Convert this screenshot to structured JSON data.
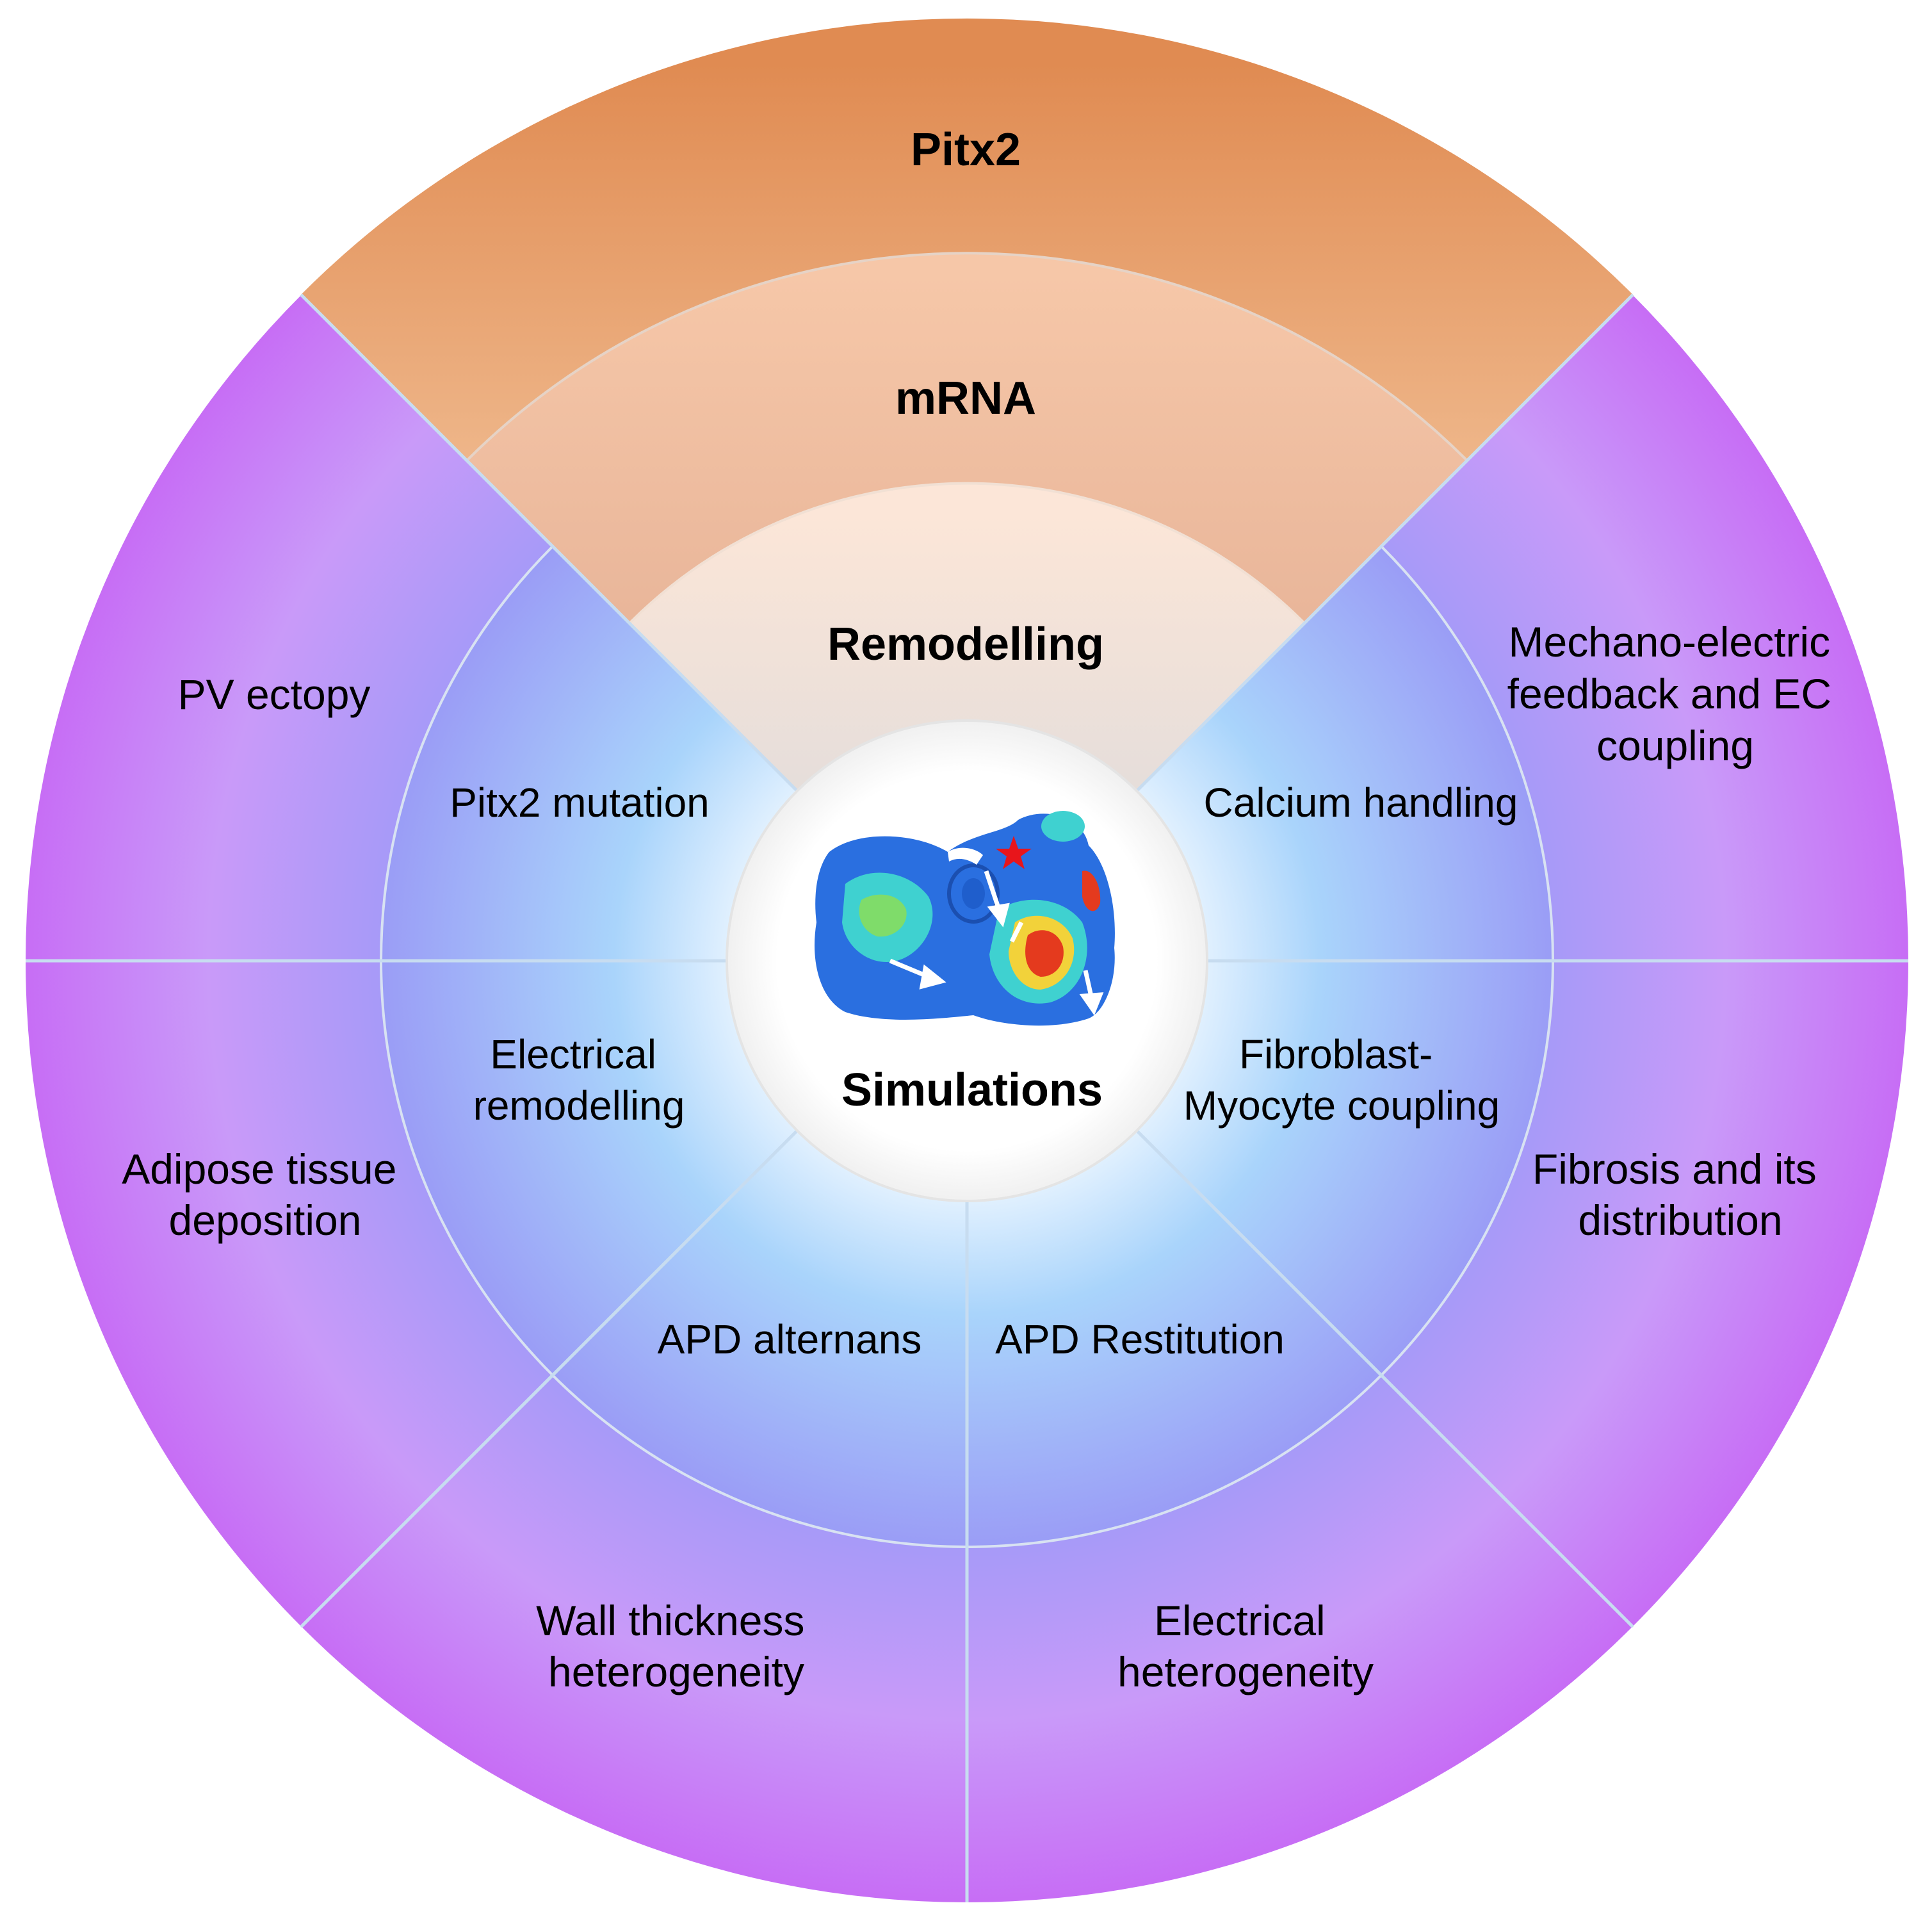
{
  "diagram": {
    "center_label": "Simulations",
    "top_wedge": {
      "outer_label": "Pitx2",
      "middle_label": "mRNA",
      "inner_label": "Remodelling"
    },
    "inner_ring_labels": {
      "upper_left": "Pitx2 mutation",
      "upper_right": "Calcium handling",
      "lower_left": [
        "Electrical",
        "remodelling"
      ],
      "lower_right": [
        "Fibroblast-",
        "Myocyte coupling"
      ],
      "bottom_left": "APD alternans",
      "bottom_right": "APD Restitution"
    },
    "outer_ring_labels": {
      "upper_left": "PV ectopy",
      "upper_right": [
        "Mechano-electric",
        "feedback and EC",
        "coupling"
      ],
      "lower_left": [
        "Adipose tissue",
        "deposition"
      ],
      "lower_right": [
        "Fibrosis and its",
        "distribution"
      ],
      "bottom_left": [
        "Wall thickness",
        "heterogeneity"
      ],
      "bottom_right": [
        "Electrical",
        "heterogeneity"
      ]
    }
  },
  "colors": {
    "pitx2_band": "#e2925c",
    "mrna_band": "#f3c4a6",
    "remodelling_band": "#fbe2d3",
    "outer_ring": "#c76cf5",
    "outer_ring_light": "#c99af9",
    "inner_ring_light": "#bfe4ff",
    "inner_ring_mid": "#9aa3f7",
    "separator": "#c7dcf0",
    "heart_blue": "#2a6fe0",
    "heart_cyan": "#3fd1d0",
    "heart_red": "#e43a1e",
    "star": "#e8151b"
  }
}
